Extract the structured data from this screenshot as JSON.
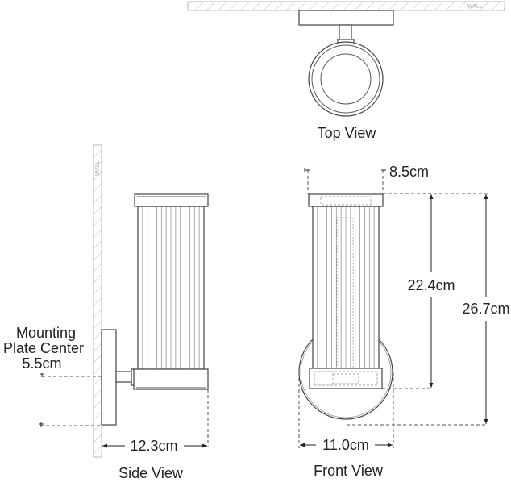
{
  "top_view": {
    "title": "Top View",
    "wall_label": "WALL"
  },
  "side_view": {
    "title": "Side View",
    "wall_label": "WALL",
    "mounting_label_line1": "Mounting",
    "mounting_label_line2": "Plate Center",
    "mounting_value": "5.5cm",
    "depth": "12.3cm"
  },
  "front_view": {
    "title": "Front View",
    "top_width": "8.5cm",
    "shade_height": "22.4cm",
    "overall_height": "26.7cm",
    "backplate_width": "11.0cm"
  }
}
